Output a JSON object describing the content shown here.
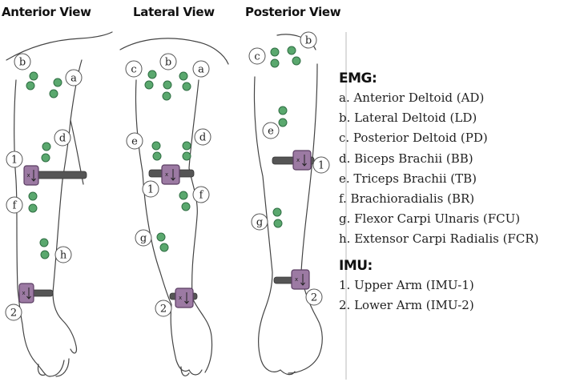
{
  "views": {
    "anterior": "Anterior View",
    "lateral": "Lateral View",
    "posterior": "Posterior View"
  },
  "marker_labels": {
    "a": "a",
    "b": "b",
    "c": "c",
    "d": "d",
    "e": "e",
    "f": "f",
    "g": "g",
    "h": "h",
    "imu1": "1",
    "imu2": "2"
  },
  "imu_axis_glyph": "x",
  "legend": {
    "emg_heading": "EMG:",
    "emg_items": [
      "a. Anterior Deltoid (AD)",
      "b. Lateral Deltoid (LD)",
      "c. Posterior Deltoid (PD)",
      "d. Biceps Brachii (BB)",
      "e. Triceps Brachii (TB)",
      "f. Brachioradialis (BR)",
      "g. Flexor Carpi Ulnaris (FCU)",
      "h. Extensor Carpi Radialis (FCR)"
    ],
    "imu_heading": "IMU:",
    "imu_items": [
      "1. Upper Arm (IMU-1)",
      "2. Lower Arm (IMU-2)"
    ]
  },
  "colors": {
    "electrode_fill": "#5aa86e",
    "electrode_stroke": "#2f6e43",
    "imu_fill": "#9c7aa3",
    "imu_stroke": "#5a3d62",
    "strap": "#555555",
    "outline": "#444444",
    "divider": "#bbbbbb"
  }
}
